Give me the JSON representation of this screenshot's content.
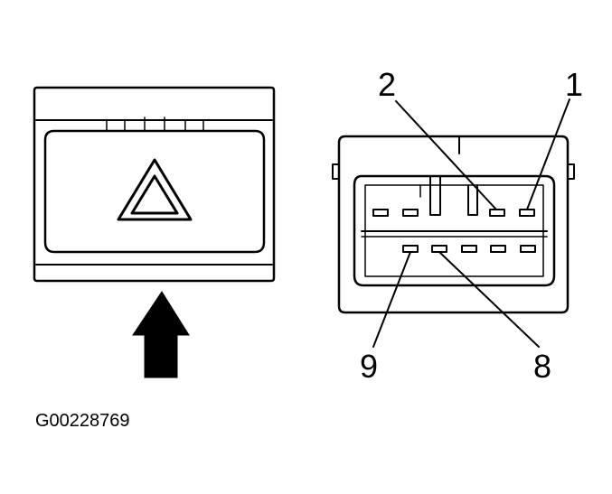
{
  "figure": {
    "id": "G00228769"
  },
  "connector": {
    "pin_labels": {
      "pin1": "1",
      "pin2": "2",
      "pin8": "8",
      "pin9": "9"
    }
  },
  "switch": {
    "icon": "hazard-warning-triangle-icon"
  },
  "arrow": {
    "icon": "up-arrow-icon"
  }
}
